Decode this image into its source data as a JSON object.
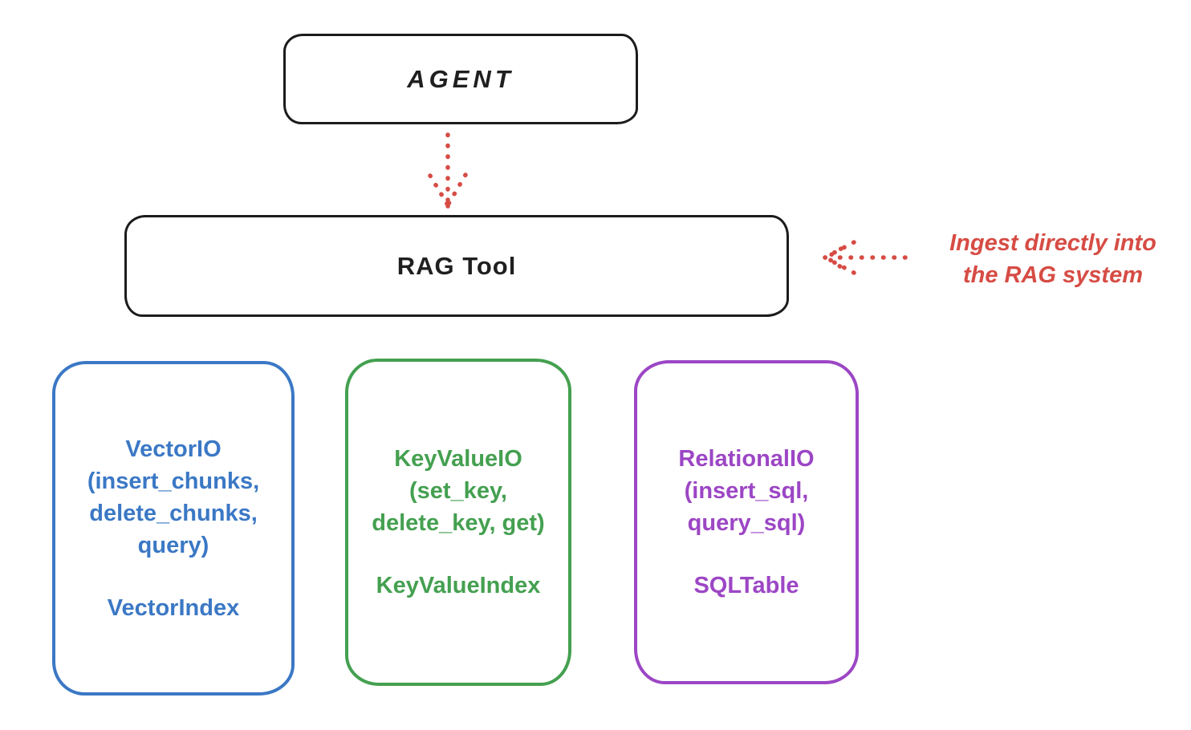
{
  "agent_box": {
    "label": "AGENT"
  },
  "rag_tool_box": {
    "label": "RAG Tool"
  },
  "annotation": {
    "line1": "Ingest directly into",
    "line2": "the RAG system"
  },
  "arrows": {
    "agent_to_rag": {
      "style": "dotted",
      "color": "#d64c44",
      "direction": "down",
      "from": "AGENT",
      "to": "RAG Tool"
    },
    "ingest": {
      "style": "dotted",
      "color": "#d64c44",
      "direction": "left",
      "points_to": "RAG Tool"
    }
  },
  "io_boxes": [
    {
      "lines": [
        "VectorIO",
        "(insert_chunks,",
        "delete_chunks,",
        "query)"
      ],
      "index_label": "VectorIndex",
      "color": "#3b78c5"
    },
    {
      "lines": [
        "KeyValueIO",
        "(set_key,",
        "delete_key, get)"
      ],
      "index_label": "KeyValueIndex",
      "color": "#44a050"
    },
    {
      "lines": [
        "RelationalIO",
        "(insert_sql,",
        "query_sql)"
      ],
      "index_label": "SQLTable",
      "color": "#9c46c5"
    }
  ],
  "colors": {
    "stroke": "#1c1c1c",
    "red": "#d64c44",
    "blue": "#3b78c5",
    "green": "#44a050",
    "purple": "#9c46c5",
    "background": "#ffffff"
  }
}
